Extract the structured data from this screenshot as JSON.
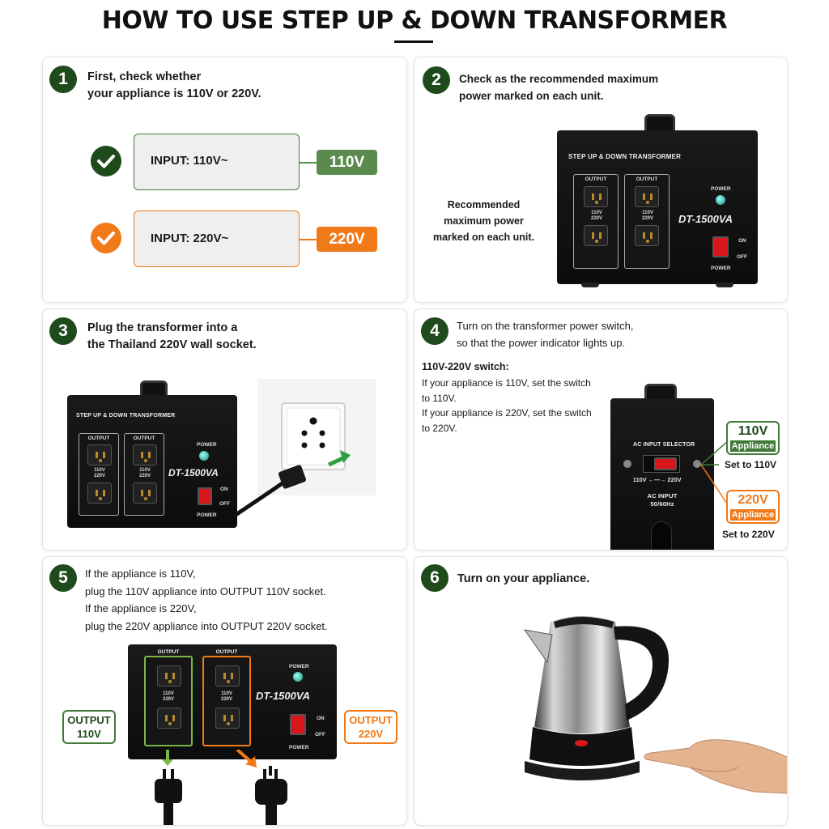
{
  "title": "HOW TO USE STEP UP & DOWN TRANSFORMER",
  "colors": {
    "green": "#1f4a1c",
    "light_green": "#5b8a4e",
    "orange": "#f07918",
    "dark": "#111111"
  },
  "transformer": {
    "brand_label": "STEP UP & DOWN TRANSFORMER",
    "model": "DT-1500VA",
    "output_label": "OUTPUT",
    "volt_label": "110V\n220V",
    "power_label": "POWER",
    "on_label": "ON",
    "off_label": "OFF"
  },
  "step1": {
    "number": "1",
    "heading": "First, check whether\nyour appliance is 110V or 220V.",
    "row1": {
      "input": "INPUT: 110V~",
      "tag": "110V",
      "icon": "check-circle-icon"
    },
    "row2": {
      "input": "INPUT: 220V~",
      "tag": "220V",
      "icon": "check-circle-icon"
    }
  },
  "step2": {
    "number": "2",
    "heading": "Check as the recommended maximum\npower marked on each unit.",
    "caption": "Recommended\nmaximum power\nmarked on each unit."
  },
  "step3": {
    "number": "3",
    "heading": "Plug the transformer into a\nthe Thailand 220V wall socket."
  },
  "step4": {
    "number": "4",
    "heading": "Turn on the transformer power switch,\nso that the power indicator lights up.",
    "sub_heading": "110V-220V switch:",
    "body": "If your appliance is 110V, set the switch\nto 110V.\nIf your appliance is 220V, set the switch\nto 220V.",
    "selector_label": "AC INPUT SELECTOR",
    "range_label": "110V ←—→ 220V",
    "ac_input_label": "AC INPUT\n50/60Hz",
    "tag_110": "110V",
    "tag_220": "220V",
    "appliance_label": "Appliance",
    "set_110": "Set to 110V",
    "set_220": "Set to 220V"
  },
  "step5": {
    "number": "5",
    "body": "If the appliance is 110V,\nplug the 110V appliance into OUTPUT 110V socket.\nIf the appliance is 220V,\nplug the 220V appliance into OUTPUT 220V socket.",
    "output_110": "OUTPUT\n110V",
    "output_220": "OUTPUT\n220V"
  },
  "step6": {
    "number": "6",
    "heading": "Turn on your appliance."
  }
}
